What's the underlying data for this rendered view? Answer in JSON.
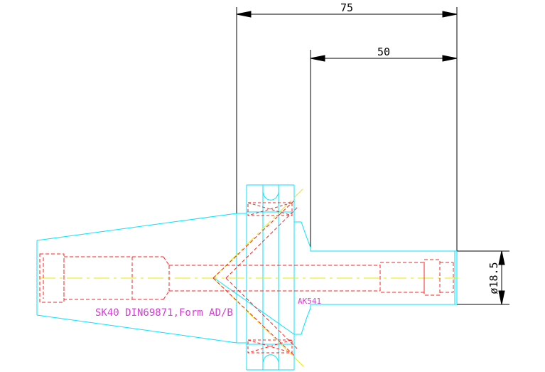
{
  "drawing": {
    "dimensions": {
      "overall_length": "75",
      "shank_length": "50",
      "shank_diameter": "ø18.5"
    },
    "labels": {
      "holder_spec": "SK40 DIN69871,Form AD/B",
      "part_number": "AK541"
    }
  },
  "colors": {
    "outline": "#00e5ff",
    "hidden": "#ff2020",
    "centerline": "#e8e800",
    "dimension": "#000000",
    "annotation": "#d43fd4"
  }
}
